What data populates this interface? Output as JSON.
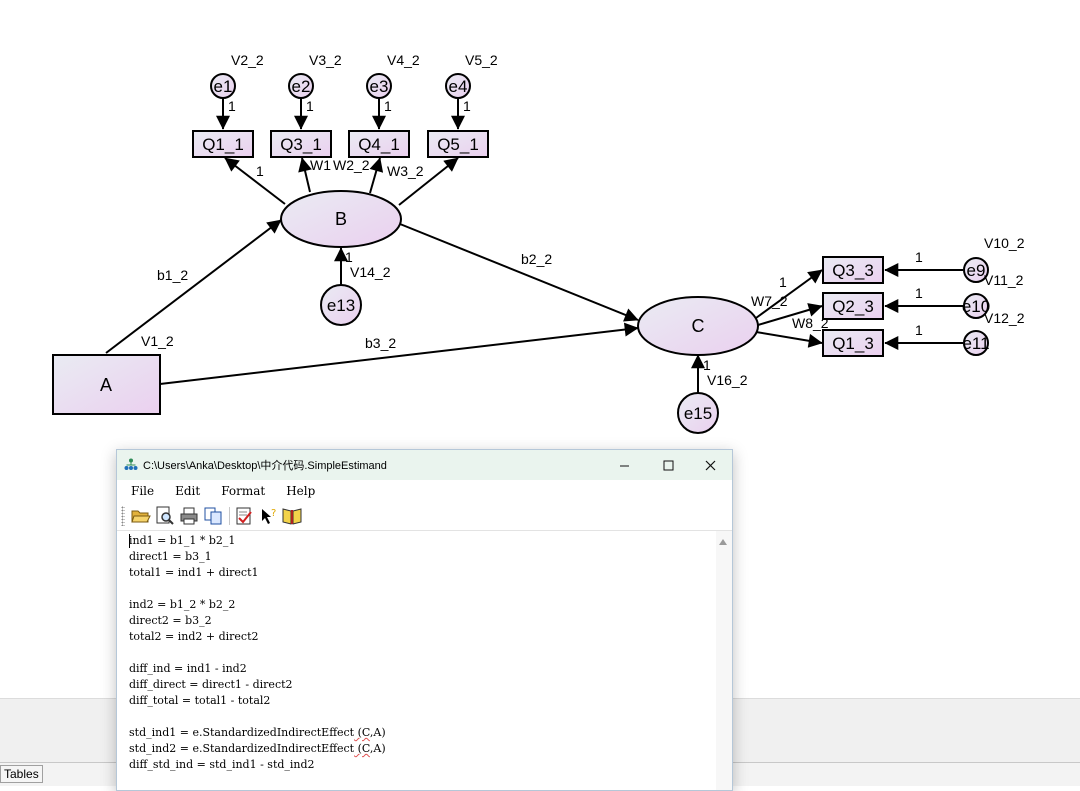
{
  "diagram": {
    "latent_nodes": [
      {
        "id": "B",
        "label": "B"
      },
      {
        "id": "C",
        "label": "C"
      }
    ],
    "exogenous_node": {
      "id": "A",
      "label": "A"
    },
    "observed_nodes": [
      {
        "id": "Q1_1",
        "label": "Q1_1"
      },
      {
        "id": "Q3_1",
        "label": "Q3_1"
      },
      {
        "id": "Q4_1",
        "label": "Q4_1"
      },
      {
        "id": "Q5_1",
        "label": "Q5_1"
      },
      {
        "id": "Q3_3",
        "label": "Q3_3"
      },
      {
        "id": "Q2_3",
        "label": "Q2_3"
      },
      {
        "id": "Q1_3",
        "label": "Q1_3"
      }
    ],
    "error_nodes": [
      {
        "id": "e1",
        "label": "e1"
      },
      {
        "id": "e2",
        "label": "e2"
      },
      {
        "id": "e3",
        "label": "e3"
      },
      {
        "id": "e4",
        "label": "e4"
      },
      {
        "id": "e9",
        "label": "e9"
      },
      {
        "id": "e10",
        "label": "e10"
      },
      {
        "id": "e11",
        "label": "e11"
      },
      {
        "id": "e13",
        "label": "e13"
      },
      {
        "id": "e15",
        "label": "e15"
      }
    ],
    "variance_labels": [
      "V2_2",
      "V3_2",
      "V4_2",
      "V5_2",
      "V10_2",
      "V11_2",
      "V12_2",
      "V14_2",
      "V16_2",
      "V1_2"
    ],
    "path_labels": [
      "b1_2",
      "b2_2",
      "b3_2",
      "W1",
      "W2_2",
      "W3_2",
      "W7_2",
      "W8_2"
    ],
    "fixed_weight": "1"
  },
  "editor": {
    "title": "C:\\Users\\Anka\\Desktop\\中介代码.SimpleEstimand",
    "menu": [
      "File",
      "Edit",
      "Format",
      "Help"
    ],
    "toolbar_icons": [
      "open-icon",
      "print-preview-icon",
      "print-icon",
      "copy-icon",
      "check-syntax-icon",
      "help-arrow-icon",
      "book-icon"
    ],
    "lines": [
      "ind1 = b1_1 * b2_1",
      "direct1 = b3_1",
      "total1 = ind1 + direct1",
      "",
      "ind2 = b1_2 * b2_2",
      "direct2 = b3_2",
      "total2 = ind2 + direct2",
      "",
      "diff_ind = ind1 - ind2",
      "diff_direct = direct1 - direct2",
      "diff_total = total1 - total2",
      "",
      "std_ind1 = e.StandardizedIndirectEffect (C,A)",
      "std_ind2 = e.StandardizedIndirectEffect (C,A)",
      "diff_std_ind = std_ind1 - std_ind2"
    ],
    "squiggle_lines": [
      12,
      13
    ]
  },
  "statusbar": {
    "tab_label": "Tables"
  },
  "colors": {
    "node_fill_start": "#e8e8f2",
    "node_fill_end": "#ecd3f0",
    "line": "#000000",
    "titlebar": "#eaf4ee"
  }
}
